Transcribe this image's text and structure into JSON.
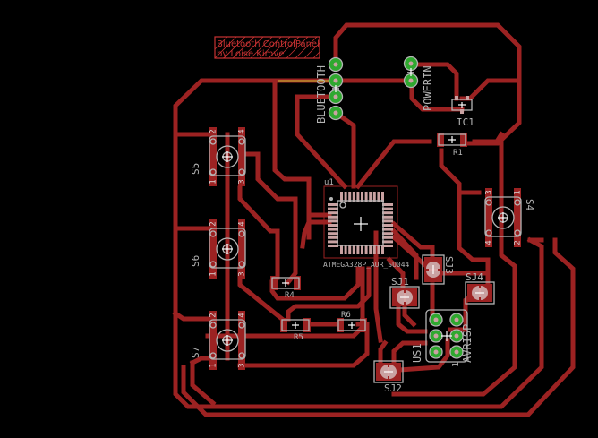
{
  "app": "EAGLE PCB Board Editor",
  "board": {
    "title_block": {
      "line1": "Bluetooth ControlPanel",
      "line2": "by Loise Kimve"
    },
    "colors": {
      "background": "#000000",
      "copper": "#9c2222",
      "silkscreen": "#b4b4b4",
      "via_ring": "#2fa82f",
      "label": "#c83232",
      "airwire": "#c8c832"
    },
    "components": {
      "bluetooth": {
        "name": "BLUETOOTH",
        "pins": 4
      },
      "powerin": {
        "name": "POWERIN",
        "pins": 2
      },
      "ic1": {
        "name": "IC1"
      },
      "r1": {
        "name": "R1"
      },
      "r4": {
        "name": "R4"
      },
      "r5": {
        "name": "R5"
      },
      "r6": {
        "name": "R6"
      },
      "u1": {
        "name": "u1",
        "value": "ATMEGA328P_AUR_SU044"
      },
      "s4": {
        "name": "S4",
        "pins": [
          "1",
          "2",
          "3",
          "4"
        ]
      },
      "s5": {
        "name": "S5",
        "pins": [
          "1",
          "2",
          "3",
          "4"
        ]
      },
      "s6": {
        "name": "S6",
        "pins": [
          "1",
          "2",
          "3",
          "4"
        ]
      },
      "s7": {
        "name": "S7",
        "pins": [
          "1",
          "2",
          "3",
          "4"
        ]
      },
      "sj1": {
        "name": "SJ1"
      },
      "sj2": {
        "name": "SJ2"
      },
      "sj3": {
        "name": "SJ3"
      },
      "sj4": {
        "name": "SJ4"
      },
      "us1": {
        "name": "US1",
        "value": "AVRISP",
        "pin1": "1"
      }
    }
  }
}
